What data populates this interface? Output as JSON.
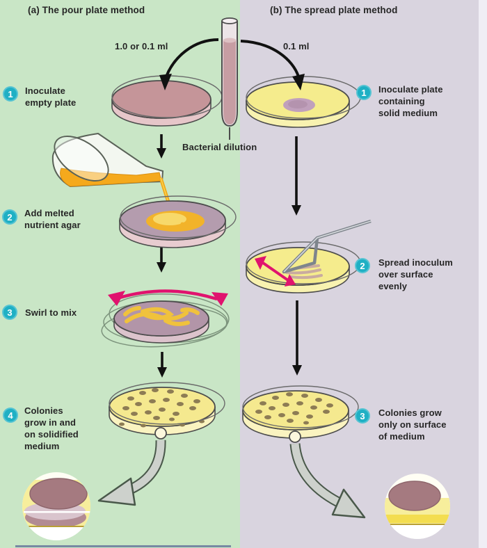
{
  "figure": {
    "left": {
      "title": "(a) The pour plate method",
      "volume_label": "1.0 or 0.1 ml",
      "steps": [
        {
          "num": "1",
          "label": "Inoculate\nempty plate"
        },
        {
          "num": "2",
          "label": "Add melted\nnutrient agar"
        },
        {
          "num": "3",
          "label": "Swirl to mix"
        },
        {
          "num": "4",
          "label": "Colonies\ngrow in and\non solidified\nmedium"
        }
      ]
    },
    "right": {
      "title": "(b) The spread plate method",
      "volume_label": "0.1 ml",
      "steps": [
        {
          "num": "1",
          "label": "Inoculate plate\ncontaining\nsolid medium"
        },
        {
          "num": "2",
          "label": "Spread inoculum\nover surface\nevenly"
        },
        {
          "num": "3",
          "label": "Colonies grow\nonly on surface\nof medium"
        }
      ]
    },
    "tube_label": "Bacterial dilution",
    "colors": {
      "left_panel_bg": "#c9e6c6",
      "right_panel_bg": "#d9d4df",
      "step_badge": "#1fb0c4",
      "swirl_arrow_pink": "#e0136e",
      "agar_yellow": "#f5e98f",
      "melted_agar_orange": "#f5a91c",
      "broth_pink": "#c59599",
      "colony_dot": "#8d7c54"
    }
  }
}
